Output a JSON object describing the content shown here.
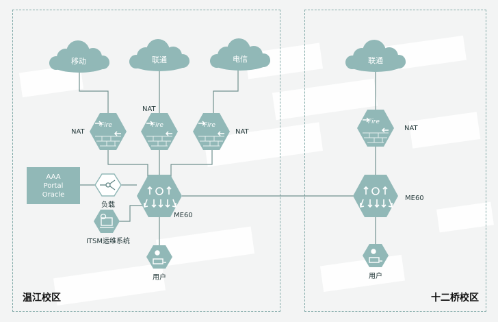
{
  "campuses": {
    "left": {
      "name": "温江校区"
    },
    "right": {
      "name": "十二桥校区"
    }
  },
  "clouds": {
    "mobile": "移动",
    "unicom_left": "联通",
    "telecom": "电信",
    "unicom_right": "联通"
  },
  "firewalls": {
    "label": "Fire"
  },
  "nat_label": "NAT",
  "aaa_box": {
    "line1": "AAA",
    "line2": "Portal",
    "line3": "Oracle"
  },
  "load_balancer": {
    "label": "负载"
  },
  "itsm": {
    "label": "ITSM运维系统"
  },
  "core": {
    "label": "ME60"
  },
  "users": {
    "label": "用户"
  },
  "colors": {
    "teal": "#91b8b7",
    "line": "#6f8f8e",
    "border": "#7fa8a6"
  }
}
